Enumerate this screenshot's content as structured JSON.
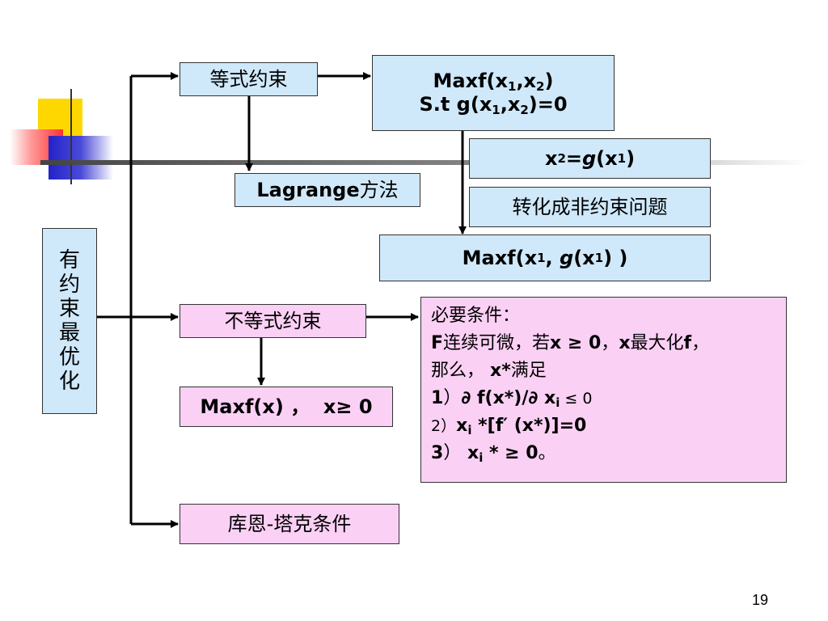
{
  "root_label": [
    "有",
    "约",
    "束",
    "最",
    "优",
    "化"
  ],
  "equality": {
    "label": "等式约束",
    "lagrange_en": "Lagrange",
    "lagrange_zh": "方法",
    "problem": {
      "line1_prefix": "Maxf(x",
      "line1_sub1": "1",
      "line1_mid": ",x",
      "line1_sub2": "2",
      "line1_suffix": ")",
      "line2_prefix": "S.t g(x",
      "line2_sub1": "1",
      "line2_mid": ",x",
      "line2_sub2": "2",
      "line2_suffix": ")=0"
    },
    "substitution": {
      "lhs": "x",
      "lhs_sub": "2",
      "eq": " =",
      "fn": "g",
      "arg_open": "(x",
      "arg_sub": "1",
      "arg_close": ")"
    },
    "transform_label": "转化成非约束问题",
    "unconstrained": {
      "prefix": "Maxf(x",
      "sub1": "1",
      "comma": ", ",
      "fn": "g",
      "arg_open": "(x",
      "arg_sub": "1",
      "suffix": ") )"
    }
  },
  "inequality": {
    "label": "不等式约束",
    "problem": "Maxf(x) ，  x≥ 0",
    "conditions": {
      "title": "必要条件：",
      "line1_a": "F",
      "line1_b": "连续可微，若",
      "line1_c": "x ≥ 0",
      "line1_d": "，",
      "line1_e": "x",
      "line1_f": "最大化",
      "line1_g": "f",
      "line1_h": "，",
      "line2_a": "那么， ",
      "line2_b": "x*",
      "line2_c": "满足",
      "c1_num": "1",
      "c1_paren": "）",
      "c1_body": "∂ f(x*)/∂ x",
      "c1_sub": "i",
      "c1_end": " ≤ 0",
      "c2_num": "2",
      "c2_paren": "）",
      "c2_x": "x",
      "c2_sub": "i",
      "c2_body": " *[f′ (x*)]=0",
      "c3_num": "3",
      "c3_paren": "）",
      "c3_x": " x",
      "c3_sub": "i",
      "c3_body": " * ≥ 0",
      "c3_end": "。"
    }
  },
  "kkt_label": "库恩-塔克条件",
  "page_number": "19",
  "colors": {
    "blue_box": "#cfe8fa",
    "pink_box": "#fbd0f5",
    "deco_yellow": "#ffd700",
    "deco_red": "#ff3030",
    "deco_blue": "#2323c8"
  }
}
